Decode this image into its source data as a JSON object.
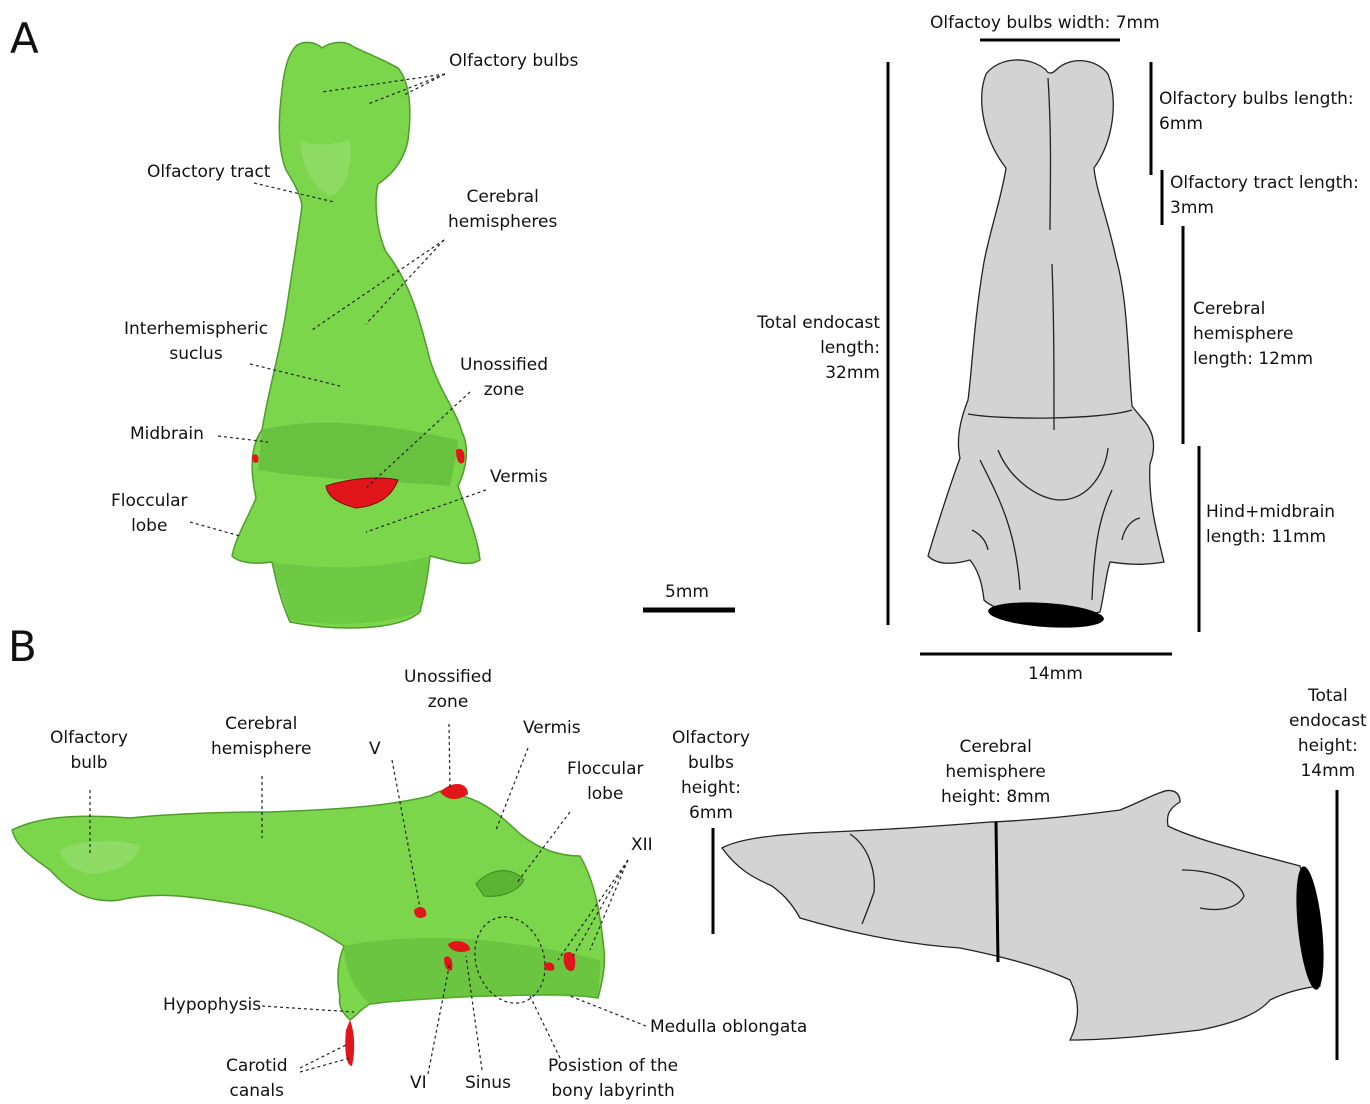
{
  "panels": {
    "a": "A",
    "b": "B"
  },
  "colors": {
    "endocast": "#7bd64c",
    "endocast_shade": "#5bb334",
    "unossified": "#e0161b",
    "schematic_fill": "#d3d3d3",
    "schematic_stroke": "#222222"
  },
  "panel_a": {
    "labels": {
      "olfactory_bulbs": "Olfactory bulbs",
      "olfactory_tract": "Olfactory tract",
      "cerebral_hemispheres": "Cerebral\nhemispheres",
      "interhemispheric_sulcus": "Interhemispheric\nsuclus",
      "unossified_zone": "Unossified\nzone",
      "midbrain": "Midbrain",
      "vermis": "Vermis",
      "floccular_lobe": "Floccular\nlobe"
    },
    "scale_bar": "5mm",
    "measurements": {
      "olfactory_bulbs_width": "Olfactoy bulbs width: 7mm",
      "olfactory_bulbs_length": "Olfactory bulbs length:\n6mm",
      "olfactory_tract_length": "Olfactory tract length:\n3mm",
      "cerebral_hemisphere_length": "Cerebral hemisphere\nlength: 12mm",
      "hind_midbrain_length": "Hind+midbrain\nlength: 11mm",
      "total_endocast_length": "Total endocast length:\n32mm",
      "width_14": "14mm"
    }
  },
  "panel_b": {
    "labels": {
      "olfactory_bulb": "Olfactory\nbulb",
      "cerebral_hemisphere": "Cerebral\nhemisphere",
      "unossified_zone": "Unossified\nzone",
      "v": "V",
      "vermis": "Vermis",
      "floccular_lobe": "Floccular\nlobe",
      "xii": "XII",
      "hypophysis": "Hypophysis",
      "carotid_canals": "Carotid\ncanals",
      "vi": "VI",
      "sinus": "Sinus",
      "bony_labyrinth": "Posistion of the\nbony labyrinth",
      "medulla_oblongata": "Medulla oblongata"
    },
    "measurements": {
      "olfactory_bulbs_height": "Olfactory\nbulbs\nheight:\n6mm",
      "cerebral_hemisphere_height": "Cerebral\nhemisphere\nheight: 8mm",
      "total_endocast_height": "Total\nendocast\nheight:\n14mm"
    }
  }
}
